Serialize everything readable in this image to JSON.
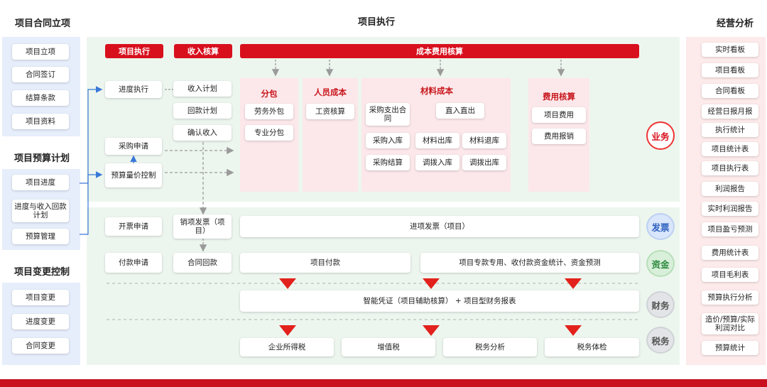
{
  "headers": {
    "contract": "项目合同立项",
    "execution": "项目执行",
    "analysis": "经营分析",
    "budget": "项目预算计划",
    "change": "项目变更控制"
  },
  "left": {
    "contract_items": [
      "项目立项",
      "合同签订",
      "结算条款",
      "项目资料"
    ],
    "budget_items": [
      "项目进度",
      "进度与收入回款计划",
      "预算管理"
    ],
    "change_items": [
      "项目变更",
      "进度变更",
      "合同变更"
    ]
  },
  "bars": {
    "exec": "项目执行",
    "income": "收入核算",
    "cost": "成本费用核算"
  },
  "exec_col": {
    "progress": "进度执行",
    "purchase_apply": "采购申请",
    "budget_ctrl": "预算量价控制"
  },
  "income_col": [
    "收入计划",
    "回款计划",
    "确认收入"
  ],
  "cost": {
    "subcontract": {
      "title": "分包",
      "items": [
        "劳务外包",
        "专业分包"
      ]
    },
    "personnel": {
      "title": "人员成本",
      "items": [
        "工资核算"
      ]
    },
    "material": {
      "title": "材料成本",
      "items": [
        "采购支出合同",
        "直入直出",
        "采购入库",
        "材料出库",
        "材料退库",
        "采购结算",
        "调拨入库",
        "调拨出库"
      ]
    },
    "expense": {
      "title": "费用核算",
      "items": [
        "项目费用",
        "费用报销"
      ]
    }
  },
  "lower": {
    "invoice_apply": "开票申请",
    "sales_invoice": "销项发票（项目）",
    "input_invoice": "进项发票（项目）",
    "payment_apply": "付款申请",
    "contract_receipt": "合同回款",
    "project_payment": "项目付款",
    "fund_stats": "项目专款专用、收付款资金统计、资金预测",
    "voucher": "智能凭证（项目辅助核算） + 项目型财务报表",
    "taxes": [
      "企业所得税",
      "增值税",
      "税务分析",
      "税务体检"
    ]
  },
  "badges": [
    "业务",
    "发票",
    "资金",
    "财务",
    "税务"
  ],
  "analysis_items": [
    "实时看板",
    "项目看板",
    "合同看板",
    "经营日报月报",
    "执行统计",
    "项目统计表",
    "项目执行表",
    "利润报告",
    "实时利润报告",
    "项目盈亏预测",
    "费用统计表",
    "项目毛利表",
    "预算执行分析",
    "造价/预算/实际利润对比",
    "预算统计"
  ],
  "colors": {
    "accent_red": "#d8101e",
    "left_panel": "#e6eefb",
    "center_panel": "#edf6ee",
    "cost_panel": "#fce8ea",
    "right_panel": "#fdeaea"
  }
}
